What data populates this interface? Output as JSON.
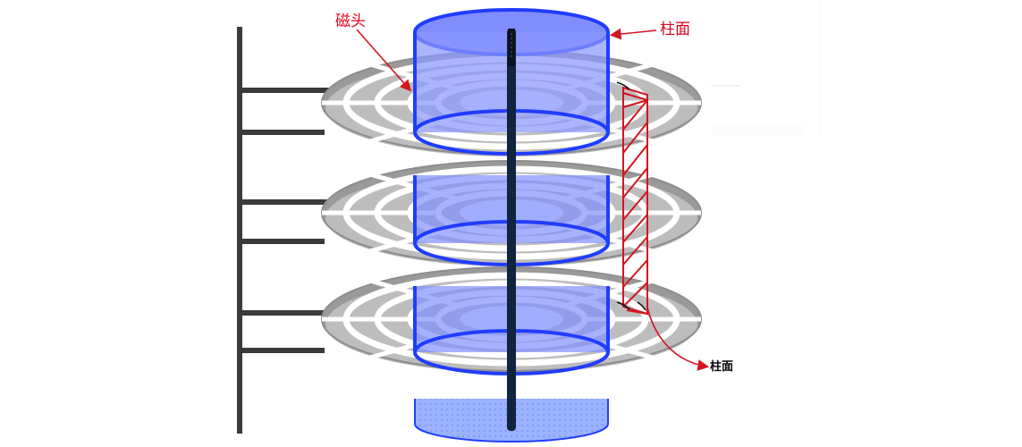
{
  "labels": {
    "head": "磁头",
    "cylinder_top": "柱面",
    "cylinder_bottom": "柱面"
  },
  "platter_count": 3,
  "colors": {
    "platter_gray": "#9a9a9a",
    "platter_light": "#e9e9e9",
    "cylinder_fill": "#7f8dff",
    "cylinder_stroke": "#1f3dff",
    "arm": "#3a3a3a",
    "spindle": "#10233f",
    "accent_red": "#d4141f",
    "label_red": "#e0001b"
  }
}
